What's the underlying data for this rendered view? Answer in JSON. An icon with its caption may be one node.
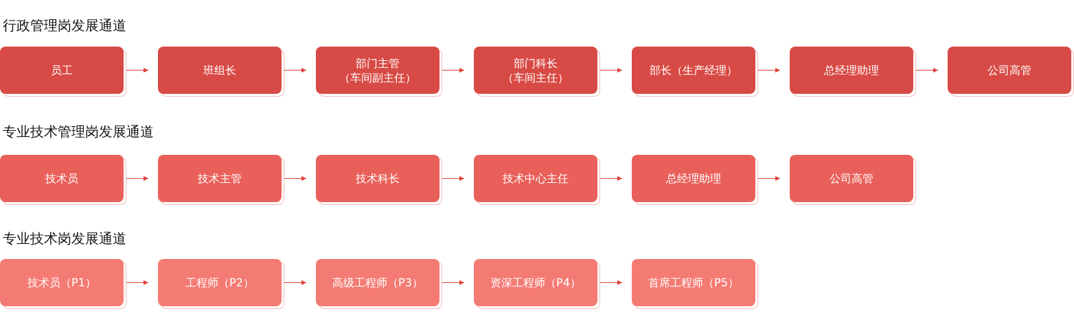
{
  "diagram": {
    "nodes": [
      {
        "text": [
          "员工"
        ]
      },
      {
        "text": [
          "班组长"
        ]
      },
      {
        "text": [
          "部门主管（车间副主任）"
        ]
      },
      {
        "text": [
          "部门科长（车间主任）"
        ]
      },
      {
        "text": [
          "部长（生产经理）"
        ]
      },
      {
        "text": [
          "总经理助理"
        ]
      },
      {
        "text": [
          "公司高管"
        ]
      },
      {
        "text": [
          "技术员"
        ]
      },
      {
        "text": [
          "技术主管"
        ]
      },
      {
        "text": [
          "技术科长"
        ]
      },
      {
        "text": [
          "技术中心主任"
        ]
      },
      {
        "text": [
          "总经理助理"
        ]
      },
      {
        "text": [
          "公司高管"
        ]
      },
      {
        "text": [
          "技术员（P1）"
        ]
      },
      {
        "text": [
          "工程师（P2）"
        ]
      },
      {
        "text": [
          "高级工程师（P3）"
        ]
      },
      {
        "text": [
          "资深工程师（P4）"
        ]
      },
      {
        "text": [
          "首席工程师（P5）"
        ]
      }
    ],
    "edges": [
      {
        "from": 0,
        "to": 1,
        "arrow": "to"
      },
      {
        "from": 1,
        "to": 2,
        "arrow": "to"
      },
      {
        "from": 2,
        "to": 3,
        "arrow": "to"
      },
      {
        "from": 3,
        "to": 4,
        "arrow": "to"
      },
      {
        "from": 4,
        "to": 5,
        "arrow": "to"
      },
      {
        "from": 5,
        "to": 6,
        "arrow": "to"
      },
      {
        "from": 7,
        "to": 8,
        "arrow": "to"
      },
      {
        "from": 8,
        "to": 9,
        "arrow": "to"
      },
      {
        "from": 9,
        "to": 10,
        "arrow": "to"
      },
      {
        "from": 10,
        "to": 11,
        "arrow": "to"
      },
      {
        "from": 11,
        "to": 12,
        "arrow": "to"
      },
      {
        "from": 13,
        "to": 14,
        "arrow": "to"
      },
      {
        "from": 14,
        "to": 15,
        "arrow": "to"
      },
      {
        "from": 15,
        "to": 16,
        "arrow": "to"
      },
      {
        "from": 16,
        "to": 17,
        "arrow": "to"
      }
    ],
    "labels": [
      "行政管理岗发展通道",
      "专业技术管理岗发展通道",
      "专业技术岗发展通道"
    ]
  }
}
